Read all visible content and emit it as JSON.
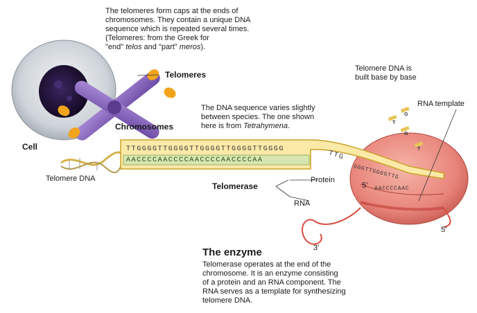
{
  "intro_text": [
    "The telomeres form caps at the ends of",
    "chromosomes. They contain a unique DNA",
    "sequence which is repeated several times.",
    "(Telomeres: from the Greek for"
  ],
  "intro_etymology": {
    "q1": "\"end\"",
    "w1": "telos",
    "and": "and",
    "q2": "\"part\"",
    "w2": "meros",
    "end": ")."
  },
  "labels": {
    "telomeres": "Telomeres",
    "chromosomes": "Chromosomes",
    "cell": "Cell",
    "telomere_dna": "Telomere DNA",
    "telomerase": "Telomerase",
    "protein": "Protein",
    "rna": "RNA",
    "rna_template": "RNA template",
    "built_line1": "Telomere DNA is",
    "built_line2": "built base by base",
    "five_prime_inner": "5'",
    "five_prime_outer": "5'",
    "three_prime": "3'"
  },
  "species_text": {
    "line1": "The DNA sequence varies slightly",
    "line2": "between species. The one shown",
    "line3_prefix": "here is from ",
    "line3_italic": "Tetrahymena",
    "line3_suffix": "."
  },
  "sequence": {
    "top_strand": "TTGGGGTTGGGGTTGGGGTTGGGGTTGGGG",
    "top_tail": "TTG",
    "bottom_strand": "AACCCCAACCCCAACCCCAACCCCAA",
    "inside_top": "GGGTTGGGGTTG",
    "inside_bottom": "AACCCCAAC"
  },
  "free_bases": [
    "G",
    "T",
    "G",
    "T"
  ],
  "enzyme": {
    "heading": "The enzyme",
    "body": [
      "Telomerase operates at the end of the",
      "chromosome. It is an enzyme consisting",
      "of a protein and an RNA component. The",
      "RNA serves as a template for synthesizing",
      "telomere DNA."
    ]
  }
}
